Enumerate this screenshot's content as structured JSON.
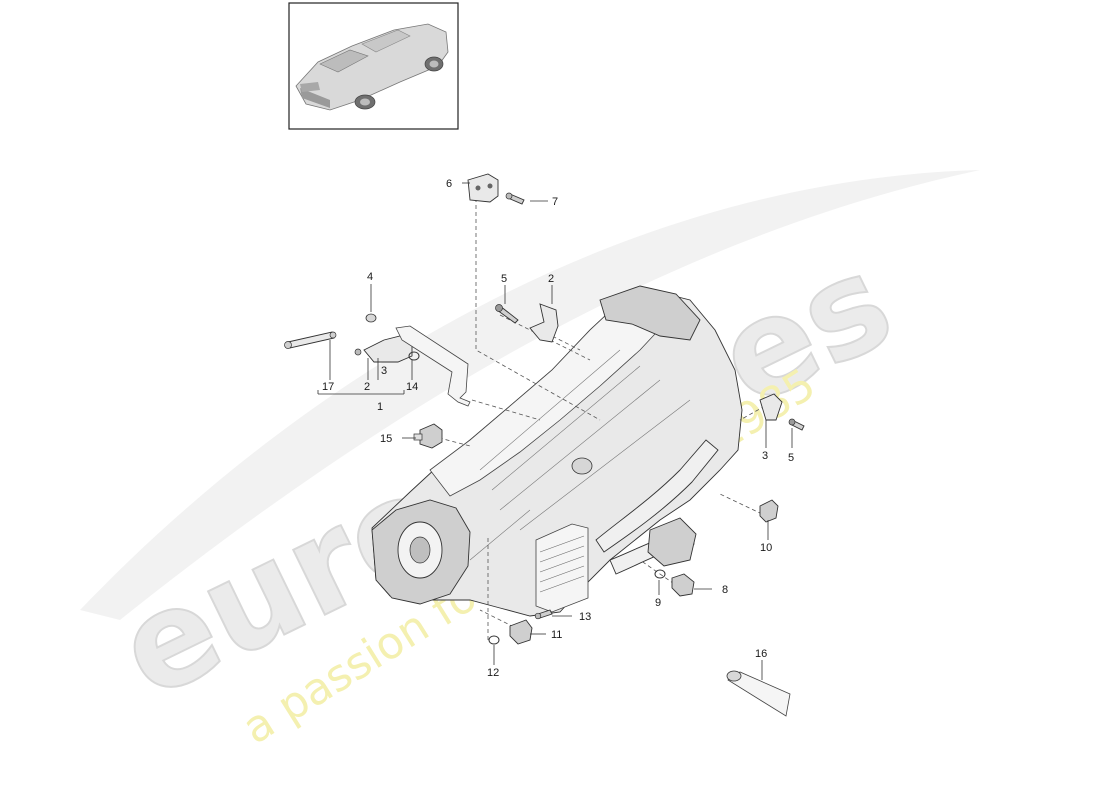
{
  "watermark": {
    "brand": "eurospares",
    "tagline": "a passion for parts since 1985"
  },
  "callouts": {
    "c1": "1",
    "c2a": "2",
    "c2b": "2",
    "c3a": "3",
    "c3b": "3",
    "c4": "4",
    "c5a": "5",
    "c5b": "5",
    "c6": "6",
    "c7": "7",
    "c8": "8",
    "c9": "9",
    "c10": "10",
    "c11": "11",
    "c12": "12",
    "c13": "13",
    "c14": "14",
    "c15": "15",
    "c16": "16",
    "c17": "17"
  }
}
